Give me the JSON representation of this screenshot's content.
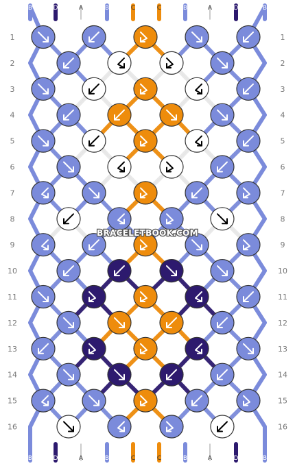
{
  "watermark": "BRACELETBOOK.COM",
  "colors": {
    "A": "#ffffff",
    "B": "#7b8bdb",
    "C": "#ee8c0c",
    "D": "#2d1a6e"
  },
  "strand_labels_top": [
    "B",
    "D",
    "A",
    "B",
    "C",
    "C",
    "B",
    "A",
    "D",
    "B"
  ],
  "strand_labels_bottom": [
    "B",
    "D",
    "A",
    "B",
    "C",
    "C",
    "B",
    "A",
    "D",
    "B"
  ],
  "rows": [
    {
      "num": "1",
      "knots": [
        {
          "c": "B",
          "d": "dr"
        },
        {
          "c": "B",
          "d": "dl"
        },
        {
          "c": "C",
          "d": "rl"
        },
        {
          "c": "B",
          "d": "dr"
        },
        {
          "c": "B",
          "d": "dl"
        }
      ]
    },
    {
      "num": "2",
      "knots": [
        {
          "c": "B",
          "d": "dl"
        },
        {
          "c": "A",
          "d": "lr"
        },
        {
          "c": "A",
          "d": "rl"
        },
        {
          "c": "B",
          "d": "dr"
        }
      ]
    },
    {
      "num": "3",
      "knots": [
        {
          "c": "B",
          "d": "dr"
        },
        {
          "c": "A",
          "d": "dl"
        },
        {
          "c": "C",
          "d": "rl"
        },
        {
          "c": "A",
          "d": "lr"
        },
        {
          "c": "B",
          "d": "dl"
        }
      ]
    },
    {
      "num": "4",
      "knots": [
        {
          "c": "B",
          "d": "dl"
        },
        {
          "c": "C",
          "d": "dl"
        },
        {
          "c": "C",
          "d": "dr"
        },
        {
          "c": "B",
          "d": "dr"
        }
      ]
    },
    {
      "num": "5",
      "knots": [
        {
          "c": "B",
          "d": "dr"
        },
        {
          "c": "A",
          "d": "dl"
        },
        {
          "c": "C",
          "d": "rl"
        },
        {
          "c": "A",
          "d": "lr"
        },
        {
          "c": "B",
          "d": "dl"
        }
      ]
    },
    {
      "num": "6",
      "knots": [
        {
          "c": "B",
          "d": "dr"
        },
        {
          "c": "A",
          "d": "lr"
        },
        {
          "c": "A",
          "d": "rl"
        },
        {
          "c": "B",
          "d": "dl"
        }
      ]
    },
    {
      "num": "7",
      "knots": [
        {
          "c": "B",
          "d": "lr"
        },
        {
          "c": "B",
          "d": "dr"
        },
        {
          "c": "C",
          "d": "rl"
        },
        {
          "c": "B",
          "d": "dl"
        },
        {
          "c": "B",
          "d": "rl"
        }
      ]
    },
    {
      "num": "8",
      "knots": [
        {
          "c": "A",
          "d": "dl"
        },
        {
          "c": "B",
          "d": "lr"
        },
        {
          "c": "B",
          "d": "rl"
        },
        {
          "c": "A",
          "d": "dr"
        }
      ]
    },
    {
      "num": "9",
      "knots": [
        {
          "c": "B",
          "d": "lr"
        },
        {
          "c": "B",
          "d": "dl"
        },
        {
          "c": "C",
          "d": "rl"
        },
        {
          "c": "B",
          "d": "dr"
        },
        {
          "c": "B",
          "d": "rl"
        }
      ]
    },
    {
      "num": "10",
      "knots": [
        {
          "c": "B",
          "d": "dl"
        },
        {
          "c": "D",
          "d": "dl"
        },
        {
          "c": "D",
          "d": "dr"
        },
        {
          "c": "B",
          "d": "dr"
        }
      ]
    },
    {
      "num": "11",
      "knots": [
        {
          "c": "B",
          "d": "dr"
        },
        {
          "c": "D",
          "d": "rl"
        },
        {
          "c": "C",
          "d": "rl"
        },
        {
          "c": "D",
          "d": "lr"
        },
        {
          "c": "B",
          "d": "dl"
        }
      ]
    },
    {
      "num": "12",
      "knots": [
        {
          "c": "B",
          "d": "dr"
        },
        {
          "c": "C",
          "d": "dr"
        },
        {
          "c": "C",
          "d": "dl"
        },
        {
          "c": "B",
          "d": "dl"
        }
      ]
    },
    {
      "num": "13",
      "knots": [
        {
          "c": "B",
          "d": "dl"
        },
        {
          "c": "D",
          "d": "rl"
        },
        {
          "c": "C",
          "d": "rl"
        },
        {
          "c": "D",
          "d": "lr"
        },
        {
          "c": "B",
          "d": "dr"
        }
      ]
    },
    {
      "num": "14",
      "knots": [
        {
          "c": "B",
          "d": "dr"
        },
        {
          "c": "D",
          "d": "dr"
        },
        {
          "c": "D",
          "d": "dl"
        },
        {
          "c": "B",
          "d": "dl"
        }
      ]
    },
    {
      "num": "15",
      "knots": [
        {
          "c": "B",
          "d": "lr"
        },
        {
          "c": "B",
          "d": "dr"
        },
        {
          "c": "C",
          "d": "rl"
        },
        {
          "c": "B",
          "d": "dl"
        },
        {
          "c": "B",
          "d": "rl"
        }
      ]
    },
    {
      "num": "16",
      "knots": [
        {
          "c": "A",
          "d": "dr"
        },
        {
          "c": "B",
          "d": "lr"
        },
        {
          "c": "B",
          "d": "rl"
        },
        {
          "c": "A",
          "d": "dl"
        }
      ]
    }
  ]
}
